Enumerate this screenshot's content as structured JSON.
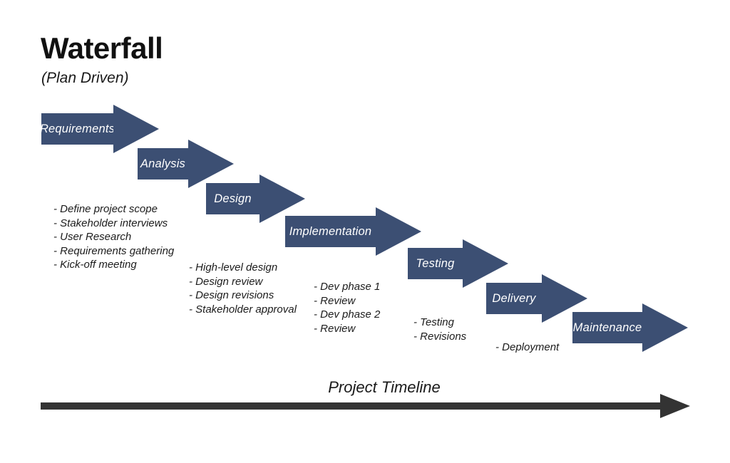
{
  "title": "Waterfall",
  "subtitle": "(Plan Driven)",
  "colors": {
    "arrow_fill": "#3c4f73",
    "arrow_label": "#ffffff",
    "timeline_arrow": "#333333",
    "text": "#1a1a1a"
  },
  "phases": [
    {
      "label": "Requirements",
      "notes": [
        "- Define project scope",
        "- Stakeholder interviews",
        "- User Research",
        "- Requirements gathering",
        "- Kick-off meeting"
      ]
    },
    {
      "label": "Analysis",
      "notes": []
    },
    {
      "label": "Design",
      "notes": [
        "- High-level design",
        "- Design review",
        "- Design revisions",
        "- Stakeholder approval"
      ]
    },
    {
      "label": "Implementation",
      "notes": [
        "- Dev phase 1",
        "- Review",
        "- Dev phase 2",
        "- Review"
      ]
    },
    {
      "label": "Testing",
      "notes": [
        "- Testing",
        "- Revisions"
      ]
    },
    {
      "label": "Delivery",
      "notes": [
        "- Deployment"
      ]
    },
    {
      "label": "Maintenance",
      "notes": []
    }
  ],
  "timeline": {
    "label": "Project Timeline"
  }
}
